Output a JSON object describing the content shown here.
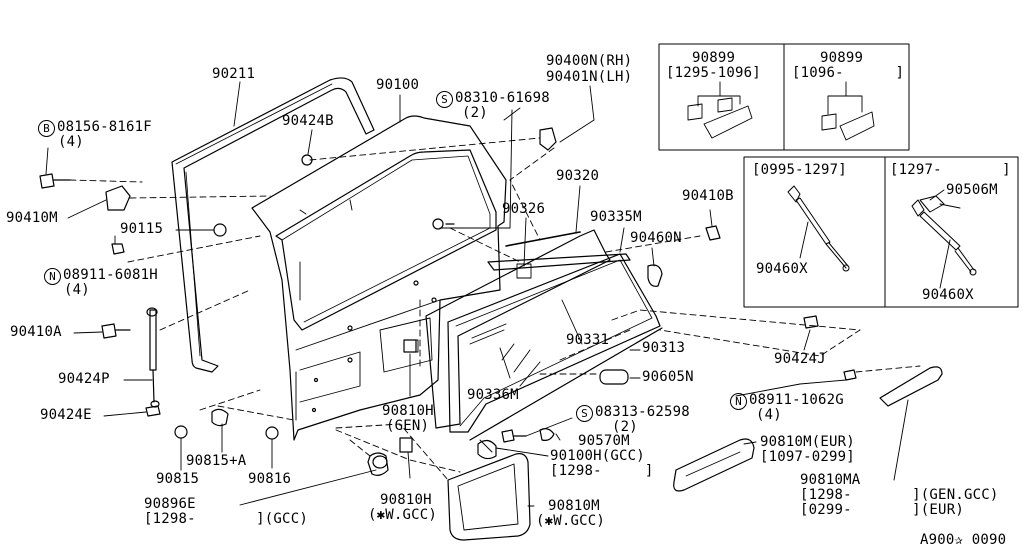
{
  "diagram_id": "A900✰ 0090",
  "parts": {
    "p90211": "90211",
    "p90100": "90100",
    "p90424B": "90424B",
    "p08156_sym": "B",
    "p08156": "08156-8161F",
    "p08156_qty": "(4)",
    "p90410M": "90410M",
    "p90115": "90115",
    "p08911_6081_sym": "N",
    "p08911_6081": "08911-6081H",
    "p08911_6081_qty": "(4)",
    "p90410A": "90410A",
    "p90424P": "90424P",
    "p90424E": "90424E",
    "p90815": "90815",
    "p90815A": "90815+A",
    "p90816": "90816",
    "p90896E": "90896E",
    "p90896E_note": "[1298-       ](GCC)",
    "p08310_sym": "S",
    "p08310": "08310-61698",
    "p08310_qty": "(2)",
    "p90400N": "90400N(RH)",
    "p90401N": "90401N(LH)",
    "p90320": "90320",
    "p90326": "90326",
    "p90335M": "90335M",
    "p90460N": "90460N",
    "p90331": "90331",
    "p90313": "90313",
    "p90336M": "90336M",
    "p90605N": "90605N",
    "p90810H_gen": "90810H",
    "p90810H_gen_note": "(GEN)",
    "p90810H_w": "90810H",
    "p90810H_w_note": "(✱W.GCC)",
    "p08313_sym": "S",
    "p08313": "08313-62598",
    "p08313_qty": "(2)",
    "p90570M": "90570M",
    "p90100H": "90100H(GCC)",
    "p90100H_note": "[1298-     ]",
    "p90810M_w": "90810M",
    "p90810M_w_note": "(✱W.GCC)",
    "p90810M_eur": "90810M(EUR)",
    "p90810M_eur_note": "[1097-0299]",
    "p90810MA": "90810MA",
    "p90810MA_note1": "[1298-       ](GEN.GCC)",
    "p90810MA_note2": "[0299-       ](EUR)",
    "p08911_1062_sym": "N",
    "p08911_1062": "08911-1062G",
    "p08911_1062_qty": "(4)",
    "p90424J": "90424J",
    "p90410B": "90410B",
    "box1_left_part": "90899",
    "box1_left_date": "[1295-1096]",
    "box1_right_part": "90899",
    "box1_right_date": "[1096-      ]",
    "box2_left_date": "[0995-1297]",
    "box2_right_date": "[1297-       ]",
    "p90506M": "90506M",
    "p90460X_left": "90460X",
    "p90460X_right": "90460X"
  }
}
